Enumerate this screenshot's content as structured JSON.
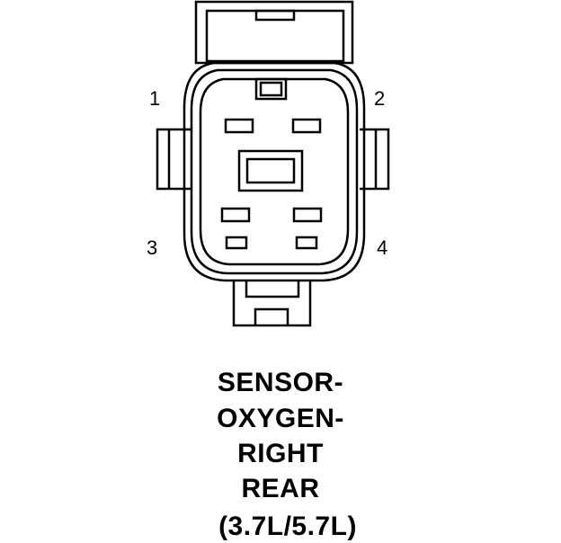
{
  "pins": [
    {
      "id": "1",
      "label": "1"
    },
    {
      "id": "2",
      "label": "2"
    },
    {
      "id": "3",
      "label": "3"
    },
    {
      "id": "4",
      "label": "4"
    }
  ],
  "caption": {
    "lines": [
      "SENSOR-",
      "OXYGEN-",
      "RIGHT",
      "REAR"
    ],
    "variant": "(3.7L/5.7L)"
  },
  "colors": {
    "stroke": "#000000",
    "background": "#ffffff"
  }
}
